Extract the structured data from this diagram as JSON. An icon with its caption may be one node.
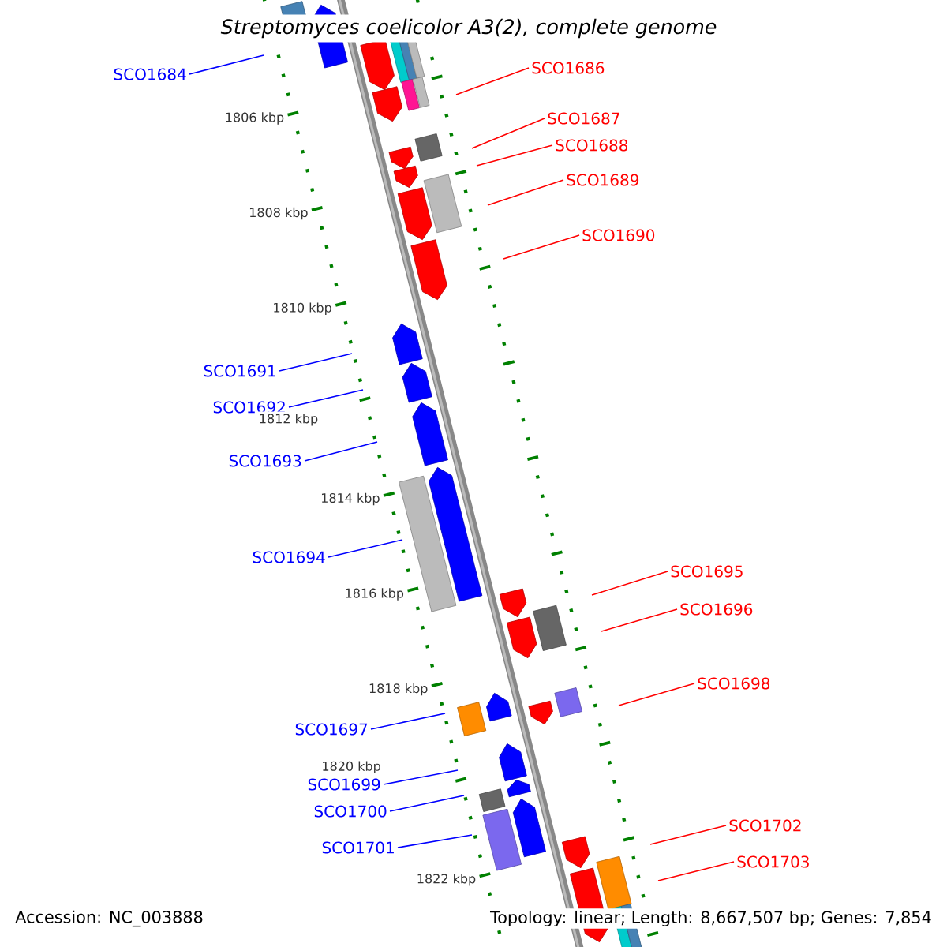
{
  "diagram": {
    "title": "Streptomyces coelicolor A3(2), complete genome",
    "nodes": [
      {
        "text": [
          "SCO1686"
        ]
      },
      {
        "text": [
          "SCO1684"
        ]
      },
      {
        "text": [
          "SCO1687"
        ]
      },
      {
        "text": [
          "SCO1688"
        ]
      },
      {
        "text": [
          "SCO1689"
        ]
      },
      {
        "text": [
          "SCO1690"
        ]
      },
      {
        "text": [
          "SCO1691"
        ]
      },
      {
        "text": [
          "SCO1692"
        ]
      },
      {
        "text": [
          "SCO1693"
        ]
      },
      {
        "text": [
          "SCO1694"
        ]
      },
      {
        "text": [
          "SCO1695"
        ]
      },
      {
        "text": [
          "SCO1696"
        ]
      },
      {
        "text": [
          "SCO1698"
        ]
      },
      {
        "text": [
          "SCO1697"
        ]
      },
      {
        "text": [
          "SCO1699"
        ]
      },
      {
        "text": [
          "SCO1700"
        ]
      },
      {
        "text": [
          "SCO1702"
        ]
      },
      {
        "text": [
          "SCO1701"
        ]
      },
      {
        "text": [
          "SCO1703"
        ]
      }
    ],
    "edges": [
      {
        "from": 0,
        "to": null,
        "arrow": "none"
      },
      {
        "from": 1,
        "to": null,
        "arrow": "none",
        "color": "#0000ff"
      },
      {
        "from": 2,
        "to": null,
        "arrow": "none"
      },
      {
        "from": 3,
        "to": null,
        "arrow": "none"
      },
      {
        "from": 4,
        "to": null,
        "arrow": "none"
      },
      {
        "from": 5,
        "to": null,
        "arrow": "none"
      },
      {
        "from": 6,
        "to": null,
        "arrow": "none",
        "color": "#0000ff"
      },
      {
        "from": 7,
        "to": null,
        "arrow": "none",
        "color": "#0000ff"
      },
      {
        "from": 8,
        "to": null,
        "arrow": "none",
        "color": "#0000ff"
      },
      {
        "from": 9,
        "to": null,
        "arrow": "none",
        "color": "#0000ff"
      },
      {
        "from": 10,
        "to": null,
        "arrow": "none"
      },
      {
        "from": 11,
        "to": null,
        "arrow": "none"
      },
      {
        "from": 12,
        "to": null,
        "arrow": "none"
      },
      {
        "from": 13,
        "to": null,
        "arrow": "none",
        "color": "#0000ff"
      },
      {
        "from": 14,
        "to": null,
        "arrow": "none",
        "color": "#0000ff"
      },
      {
        "from": 15,
        "to": null,
        "arrow": "none",
        "color": "#0000ff"
      },
      {
        "from": 16,
        "to": null,
        "arrow": "none"
      },
      {
        "from": 17,
        "to": null,
        "arrow": "none",
        "color": "#0000ff"
      },
      {
        "from": 18,
        "to": null,
        "arrow": "none"
      }
    ],
    "labels": [
      "1806 kbp",
      "1808 kbp",
      "1810 kbp",
      "1812 kbp",
      "1814 kbp",
      "1816 kbp",
      "1818 kbp",
      "1820 kbp",
      "1822 kbp",
      "Accession: NC_003888",
      "Topology: linear; Length: 8,667,507 bp; Genes: 7,854"
    ]
  }
}
